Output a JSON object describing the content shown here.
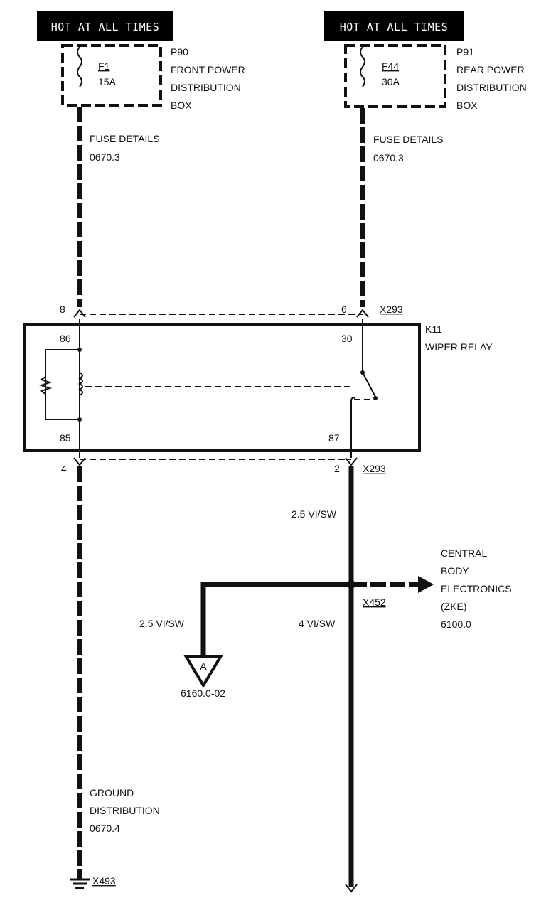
{
  "supply": {
    "left_banner": "HOT AT ALL TIMES",
    "right_banner": "HOT AT ALL TIMES"
  },
  "fuse_left": {
    "fuse_id": "F1",
    "rating": "15A",
    "box_id": "P90",
    "box_name": [
      "FRONT POWER",
      "DISTRIBUTION",
      "BOX"
    ]
  },
  "fuse_right": {
    "fuse_id": "F44",
    "rating": "30A",
    "box_id": "P91",
    "box_name": [
      "REAR POWER",
      "DISTRIBUTION",
      "BOX"
    ]
  },
  "fuse_details_left": [
    "FUSE DETAILS",
    "0670.3"
  ],
  "fuse_details_right": [
    "FUSE DETAILS",
    "0670.3"
  ],
  "connector_top": {
    "pin_left": "8",
    "pin_right": "6",
    "name": "X293"
  },
  "relay": {
    "id": "K11",
    "name": "WIPER RELAY",
    "pin_86": "86",
    "pin_30": "30",
    "pin_85": "85",
    "pin_87": "87"
  },
  "connector_bottom": {
    "pin_left": "4",
    "pin_right": "2",
    "name": "X293"
  },
  "wire_87": "2.5 VI/SW",
  "splice": {
    "name": "X452",
    "branch_left_wire": "2.5 VI/SW",
    "down_wire": "4 VI/SW"
  },
  "zke": [
    "CENTRAL",
    "BODY",
    "ELECTRONICS",
    "(ZKE)",
    "6100.0"
  ],
  "offpage": {
    "letter": "A",
    "ref": "6160.0-02"
  },
  "ground": {
    "lines": [
      "GROUND",
      "DISTRIBUTION",
      "0670.4"
    ],
    "connector": "X493"
  }
}
